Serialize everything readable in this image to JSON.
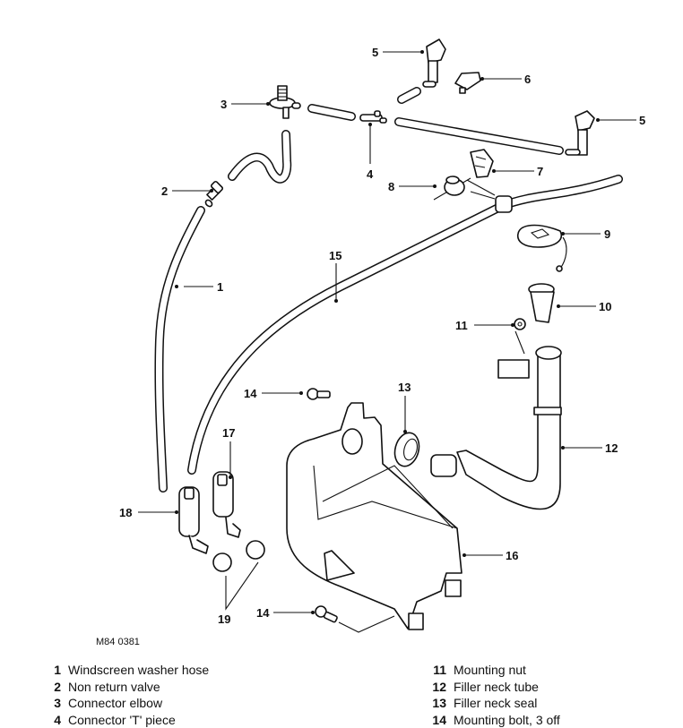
{
  "diagram": {
    "reference": "M84 0381",
    "callouts": [
      "1",
      "2",
      "3",
      "4",
      "5",
      "5",
      "6",
      "7",
      "8",
      "9",
      "10",
      "11",
      "12",
      "13",
      "14",
      "14",
      "15",
      "16",
      "17",
      "18",
      "19"
    ]
  },
  "legend": {
    "left": [
      {
        "num": "1",
        "label": "Windscreen washer hose"
      },
      {
        "num": "2",
        "label": "Non return valve"
      },
      {
        "num": "3",
        "label": "Connector elbow"
      },
      {
        "num": "4",
        "label": "Connector 'T' piece"
      }
    ],
    "right": [
      {
        "num": "11",
        "label": "Mounting nut"
      },
      {
        "num": "12",
        "label": "Filler neck tube"
      },
      {
        "num": "13",
        "label": "Filler neck seal"
      },
      {
        "num": "14",
        "label": "Mounting bolt, 3 off"
      }
    ]
  }
}
